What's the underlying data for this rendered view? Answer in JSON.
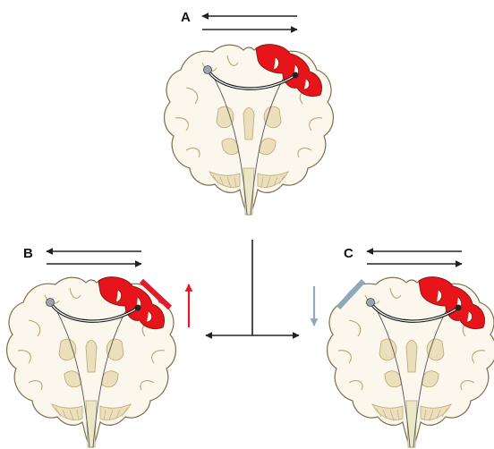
{
  "panels": [
    {
      "label": "A",
      "lesion": "frontal-lesion",
      "push_arrow": null
    },
    {
      "label": "B",
      "lesion": "frontal-lesion",
      "push_arrow": {
        "direction": "up",
        "color": "#e21a2c"
      }
    },
    {
      "label": "C",
      "lesion": "frontal-lesion",
      "push_arrow": {
        "direction": "down",
        "color": "#8fa9b8"
      }
    }
  ],
  "colors": {
    "lesion": "#e8141c",
    "white_matter": "#fbf7ec",
    "grey_matter": "#ecdfbc",
    "outline": "#7f6f4c",
    "arrows": "#222222",
    "positive_marker": "#e21a2c",
    "negative_marker": "#8fa9b8"
  },
  "icons": {
    "brain": "coronal-brain-section",
    "motion": "double-horizontal-arrows",
    "branch": "t-junction-double-arrow"
  }
}
